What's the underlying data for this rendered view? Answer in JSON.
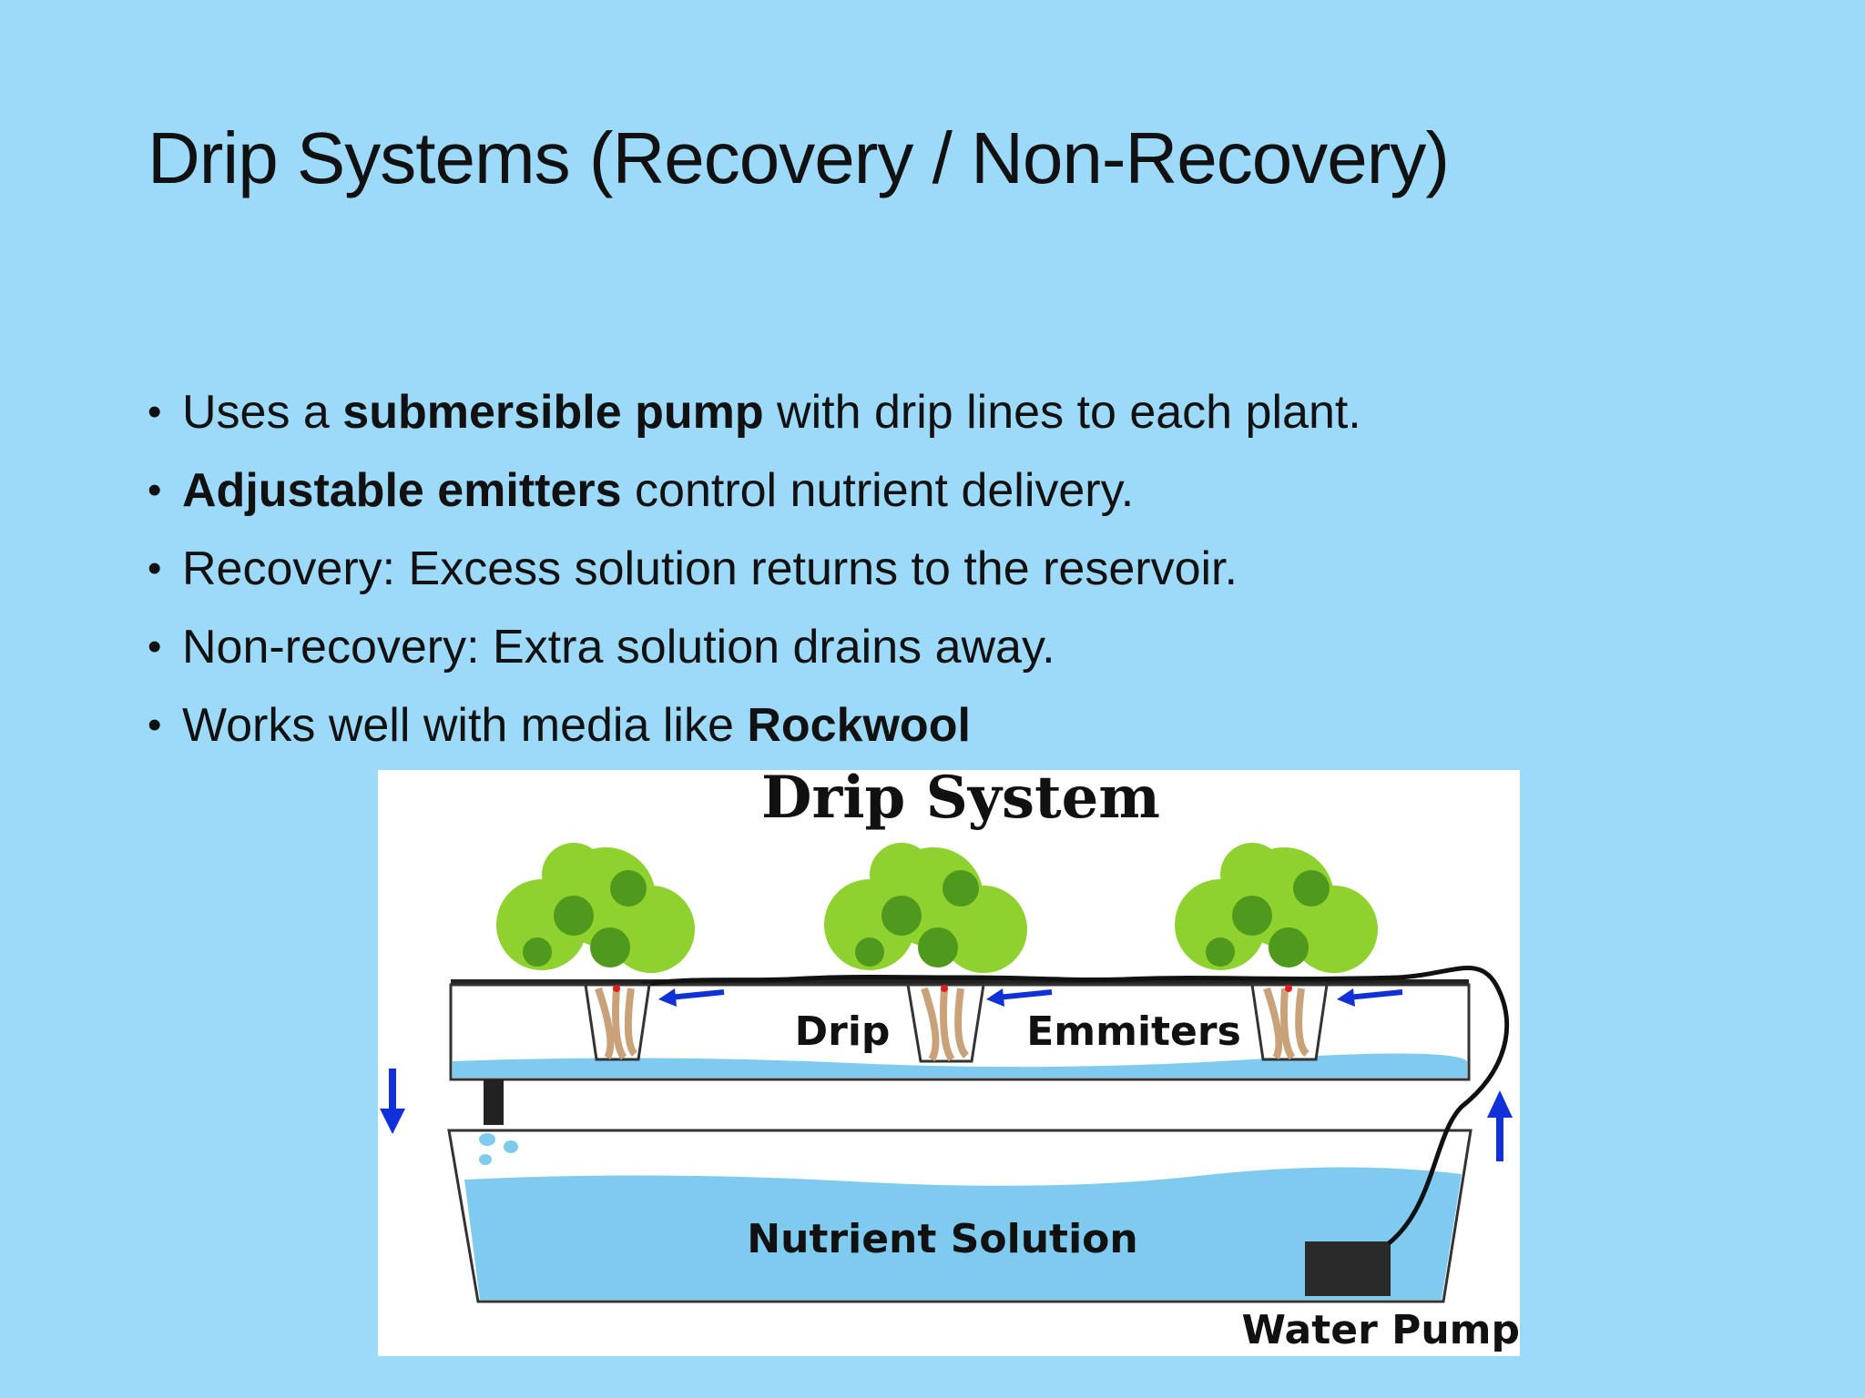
{
  "slide": {
    "title": "Drip Systems (Recovery / Non-Recovery)",
    "bullets": [
      {
        "pre": "Uses a ",
        "bold": "submersible pump",
        "post": " with drip lines to each plant."
      },
      {
        "pre": "",
        "bold": "Adjustable emitters",
        "post": " control nutrient delivery."
      },
      {
        "pre": "Recovery: Excess solution returns to the reservoir.",
        "bold": "",
        "post": ""
      },
      {
        "pre": "Non-recovery: Extra solution drains away.",
        "bold": "",
        "post": ""
      },
      {
        "pre": "Works well with media like ",
        "bold": "Rockwool",
        "post": ""
      }
    ]
  },
  "diagram": {
    "title": "Drip System",
    "labels": {
      "drip": "Drip",
      "emitters": "Emmiters",
      "solution": "Nutrient Solution",
      "pump": "Water Pump"
    },
    "colors": {
      "water": "#7ecbef",
      "leaf_light": "#8fd12e",
      "leaf_dark": "#4f9a1c",
      "arrow": "#1030d8",
      "pump": "#2a2a2a"
    }
  }
}
